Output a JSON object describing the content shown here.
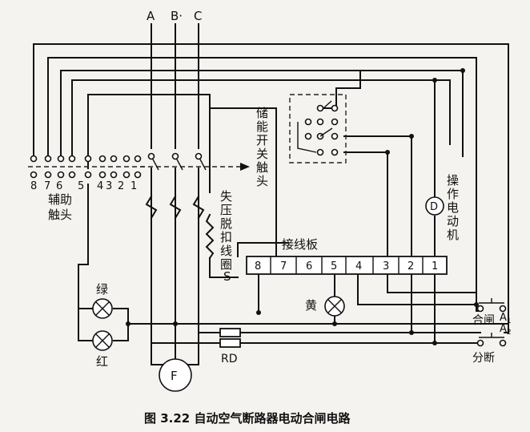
{
  "phases": [
    "A",
    "B·",
    "C"
  ],
  "aux_contacts_label": [
    "辅助",
    "触头"
  ],
  "aux_terminal_labels": [
    "8",
    "7",
    "6",
    "5",
    "4",
    "3",
    "2",
    "1"
  ],
  "storage_switch_label": [
    "储",
    "能",
    "开",
    "关",
    "触",
    "头"
  ],
  "undervoltage_label": [
    "失",
    "压",
    "脱",
    "扣",
    "线",
    "圈"
  ],
  "coil_tag": "S",
  "motor_label": [
    "操",
    "作",
    "电",
    "动",
    "机"
  ],
  "motor_symbol": "D",
  "terminal_board_label": "接线板",
  "terminal_numbers": [
    "8",
    "7",
    "6",
    "5",
    "4",
    "3",
    "2",
    "1"
  ],
  "lamp_green": "绿",
  "lamp_red": "红",
  "lamp_yellow": "黄",
  "close_button": "合闸",
  "close_button_tag": "A",
  "close_button_sub": "1",
  "open_button": "分断",
  "open_button_tag": "A",
  "open_button_sub": "2",
  "fuse_label": "RD",
  "relay_label": "F",
  "caption": "图 3.22   自动空气断路器电动合闸电路"
}
